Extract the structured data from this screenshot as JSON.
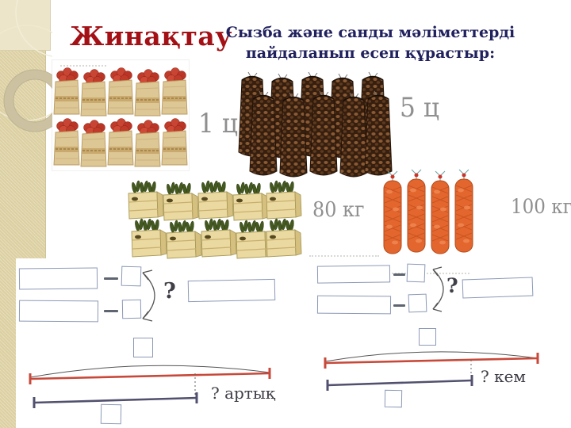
{
  "slide": {
    "title": "Жинақтау",
    "subtitle": "Сызба және санды мәліметтерді пайдаланып есеп құрастыр:"
  },
  "produce": {
    "tomato_bags": {
      "label": "1 ц"
    },
    "potato_sacks": {
      "label": "5 ц"
    },
    "cucumber_crates": {
      "label": "80 кг"
    },
    "carrot_bags": {
      "label": "100 кг"
    }
  },
  "schema_left": {
    "question": "?"
  },
  "schema_right": {
    "question": "?"
  },
  "line_left": {
    "label": "? артық"
  },
  "line_right": {
    "label": "? кем"
  },
  "colors": {
    "sidebar": "#dcd0a2",
    "title_red": "#a31116",
    "subtitle_navy": "#20215e",
    "box_stroke": "#8c99b6",
    "red_line": "#c8493a",
    "blue_line": "#51516f",
    "label_gray": "#8f8f8f"
  }
}
